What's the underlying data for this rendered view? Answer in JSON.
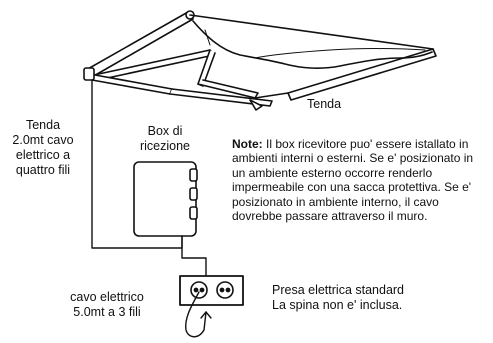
{
  "labels": {
    "tenda_cable_lines": [
      "Tenda",
      "2.0mt cavo",
      "elettrico a",
      "quattro fili"
    ],
    "box_lines": [
      "Box di",
      "ricezione"
    ],
    "tenda": "Tenda",
    "cavo_lines": [
      "cavo elettrico",
      "5.0mt a 3 fili"
    ],
    "presa_lines": [
      "Presa elettrica standard",
      "La spina non e' inclusa."
    ]
  },
  "note": {
    "bold": "Note:",
    "text": " Il box ricevitore puo' essere istallato in ambienti interni o esterni. Se e' posizionato in un ambiente esterno occorre renderlo impermeabile con una sacca protettiva. Se e' posizionato in ambiente interno, il cavo dovrebbe passare attraverso il muro."
  }
}
